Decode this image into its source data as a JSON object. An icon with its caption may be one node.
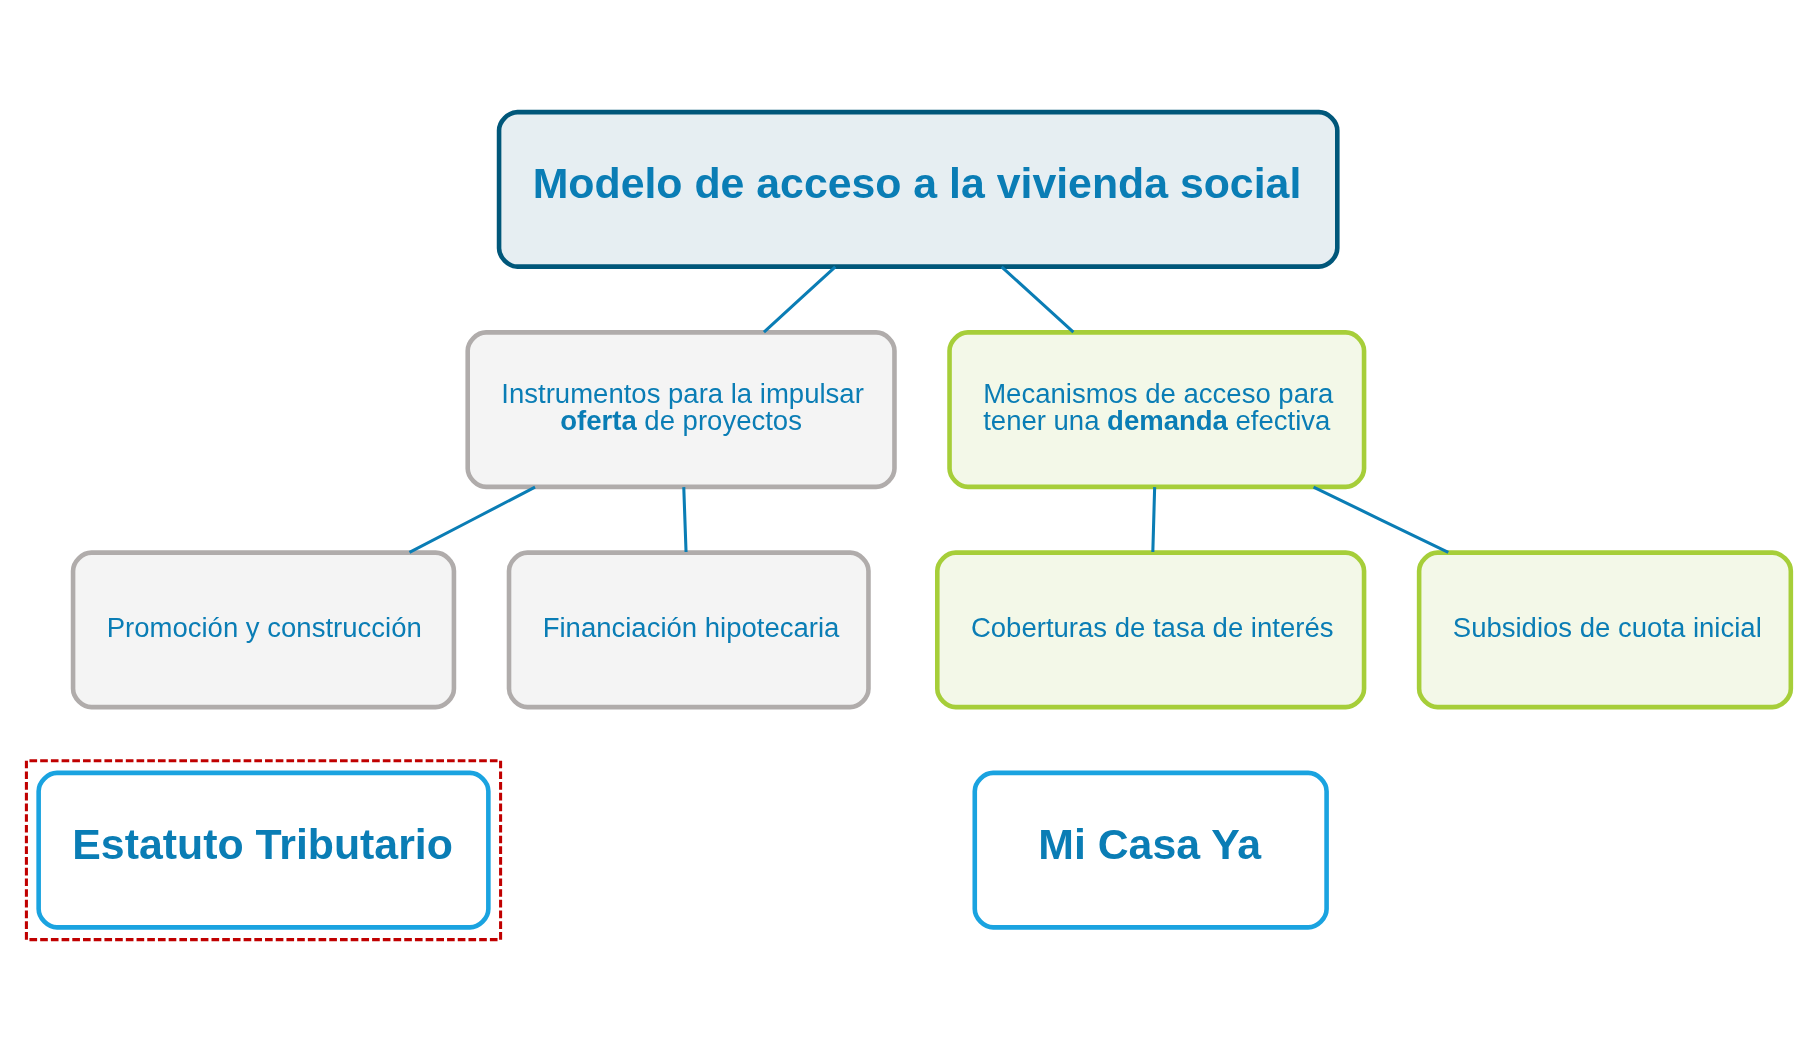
{
  "diagram": {
    "nodes": [
      {
        "text": [
          "Modelo de acceso a la vivienda social"
        ]
      },
      {
        "text": [
          "Instrumentos para la impulsar **oferta** de proyectos"
        ]
      },
      {
        "text": [
          "Mecanismos de acceso para tener una **demanda** efectiva"
        ]
      },
      {
        "text": [
          "Promoción y construcción"
        ]
      },
      {
        "text": [
          "Financiación hipotecaria"
        ]
      },
      {
        "text": [
          "Coberturas de tasa de interés"
        ]
      },
      {
        "text": [
          "Subsidios de cuota inicial"
        ]
      },
      {
        "text": [],
        "shape": "box"
      },
      {
        "text": [
          "Estatuto Tributario"
        ],
        "in": 7
      },
      {
        "text": [
          "Mi Casa Ya"
        ]
      }
    ],
    "edges": [
      {
        "from": 0,
        "to": 1,
        "arrow": "none"
      },
      {
        "from": 0,
        "to": 2,
        "arrow": "none"
      },
      {
        "from": 1,
        "to": 3,
        "arrow": "none"
      },
      {
        "from": 1,
        "to": 4,
        "arrow": "none"
      },
      {
        "from": 2,
        "to": 5,
        "arrow": "none"
      },
      {
        "from": 2,
        "to": 6,
        "arrow": "none"
      }
    ]
  }
}
